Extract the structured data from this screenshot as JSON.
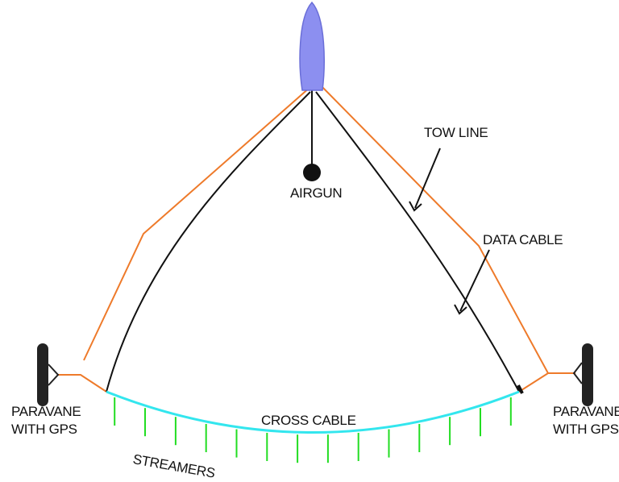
{
  "labels": {
    "tow_line": "TOW LINE",
    "airgun": "AIRGUN",
    "data_cable": "DATA CABLE",
    "paravane_left": [
      "PARAVANE",
      "WITH GPS"
    ],
    "paravane_right": [
      "PARAVANE",
      "WITH GPS"
    ],
    "cross_cable": "CROSS CABLE",
    "streamers": "STREAMERS"
  },
  "colors": {
    "tow_line": "#ee7a2a",
    "data_cable": "#111111",
    "cross_cable": "#33e6ee",
    "streamers": "#22dd22",
    "vessel_fill": "#8c8ff0",
    "vessel_stroke": "#6a6ed8",
    "airgun": "#111111",
    "paravane": "#222222"
  },
  "streamer_count": 14
}
